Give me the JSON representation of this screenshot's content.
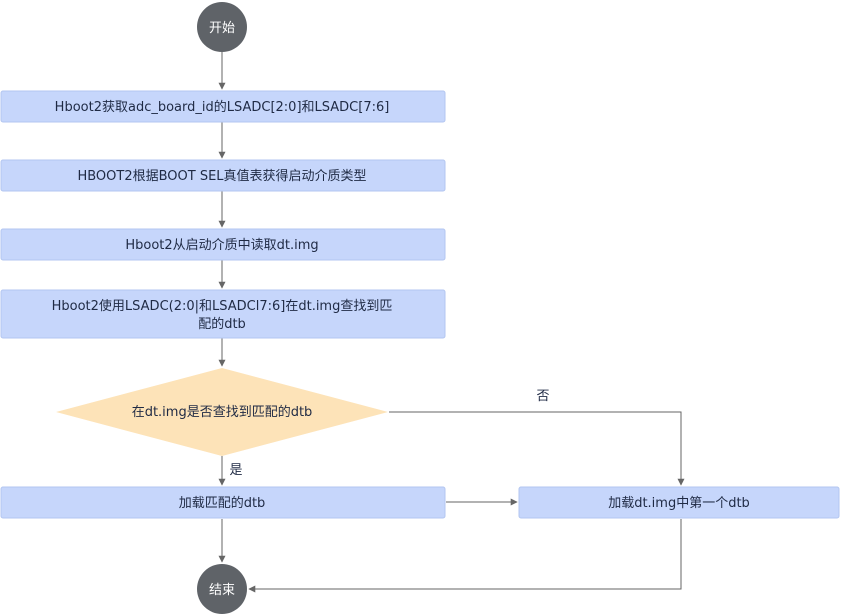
{
  "flowchart": {
    "start": "开始",
    "end": "结束",
    "steps": {
      "get_board_id": "Hboot2获取adc_board_id的LSADC[2:0]和LSADC[7:6]",
      "get_boot_media": "HBOOT2根据BOOT SEL真值表获得启动介质类型",
      "read_dtimg": "Hboot2从启动介质中读取dt.img",
      "find_dtb_line1": "Hboot2使用LSADC(2:0|和LSADCl7:6]在dt.img查找到匹",
      "find_dtb_line2": "配的dtb",
      "load_matched": "加载匹配的dtb",
      "load_first": "加载dt.img中第一个dtb"
    },
    "decision": "在dt.img是否查找到匹配的dtb",
    "edge_labels": {
      "no": "否",
      "yes": "是"
    }
  },
  "colors": {
    "box_fill": "#c6d6fb",
    "box_stroke": "#b3c6f0",
    "decision_fill": "#fde3b8",
    "terminal_fill": "#5f6368",
    "edge": "#666666"
  }
}
